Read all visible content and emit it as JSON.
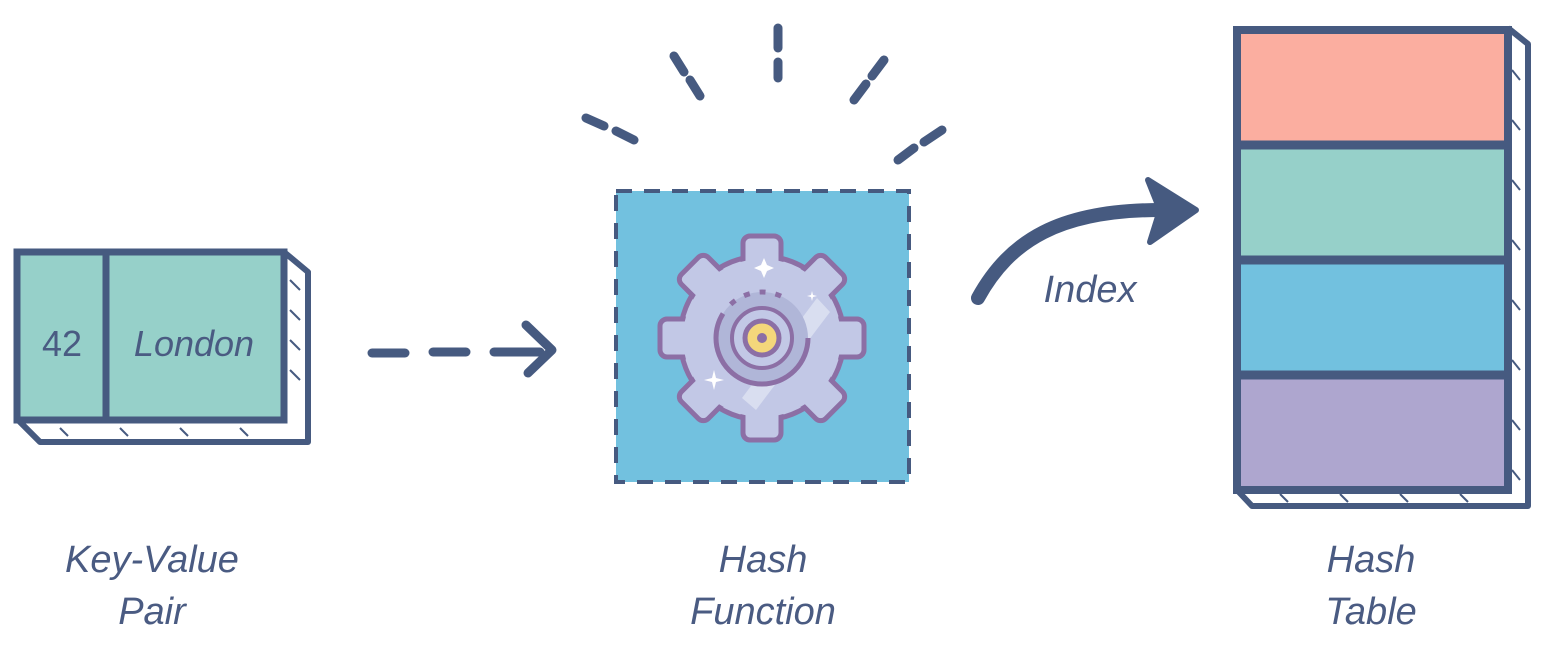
{
  "key_value_pair": {
    "key": "42",
    "value": "London",
    "caption_line1": "Key-Value",
    "caption_line2": "Pair"
  },
  "hash_function": {
    "caption_line1": "Hash",
    "caption_line2": "Function"
  },
  "index_label": "Index",
  "hash_table": {
    "caption_line1": "Hash",
    "caption_line2": "Table",
    "slot_colors": [
      "#fbaea0",
      "#96d0c9",
      "#72c1df",
      "#aea6cf"
    ]
  },
  "colors": {
    "ink": "#465a80",
    "pair_fill": "#96d0c9",
    "function_fill": "#72c1df",
    "gear_fill": "#c2c8e6",
    "gear_outline": "#8c6fa5",
    "gear_center": "#f4d77b"
  }
}
